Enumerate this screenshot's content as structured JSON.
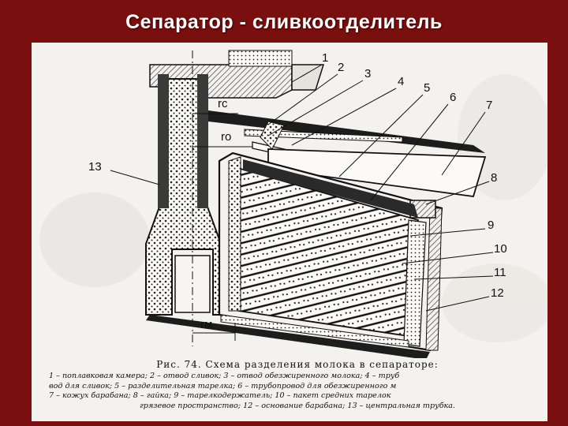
{
  "slide": {
    "title": "Сепаратор - сливкоотделитель"
  },
  "diagram": {
    "labels": [
      "1",
      "2",
      "3",
      "4",
      "5",
      "6",
      "7",
      "8",
      "9",
      "10",
      "11",
      "12",
      "13"
    ],
    "radius_labels": {
      "rc": "rc",
      "ro": "ro",
      "rm": "rм"
    }
  },
  "caption": {
    "title": "Рис. 74. Схема разделения молока в сепараторе:",
    "lines": [
      "1 – поплавковая камера; 2 – отвод сливок; 3 – отвод обезжиренного молока; 4 – труб",
      "вод для сливок; 5 – разделительная тарелка; 6 – трубопровод для обезжиренного м",
      "7 – кожух барабана; 8 – гайка; 9 – тарелкодержатель; 10 – пакет средних тарелок",
      "грязевое пространство; 12 – основание барабана; 13 – центральная трубка."
    ]
  }
}
